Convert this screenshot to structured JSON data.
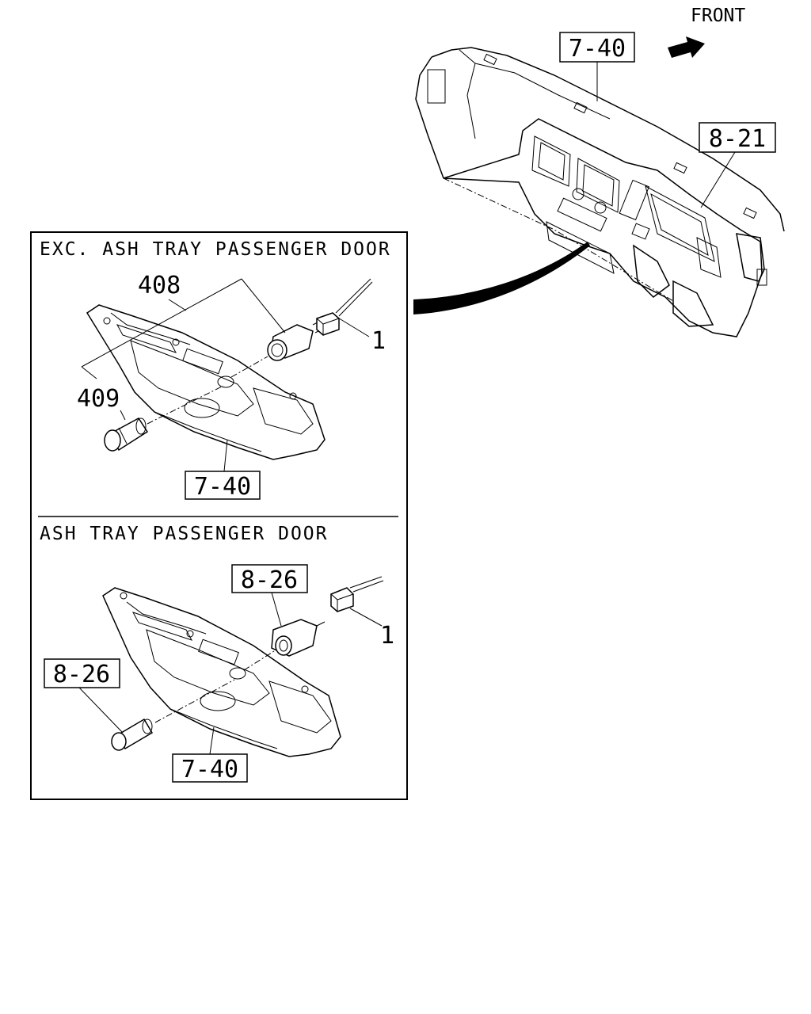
{
  "front_label": "FRONT",
  "overview": {
    "ref_top": "7-40",
    "ref_right": "8-21"
  },
  "section_upper": {
    "title": "EXC. ASH TRAY PASSENGER DOOR",
    "callout_a": "408",
    "callout_b": "409",
    "callout_c": "1",
    "ref_panel": "7-40"
  },
  "section_lower": {
    "title": "ASH TRAY PASSENGER DOOR",
    "ref_switch": "8-26",
    "ref_lighter": "8-26",
    "callout_c": "1",
    "ref_panel": "7-40"
  }
}
